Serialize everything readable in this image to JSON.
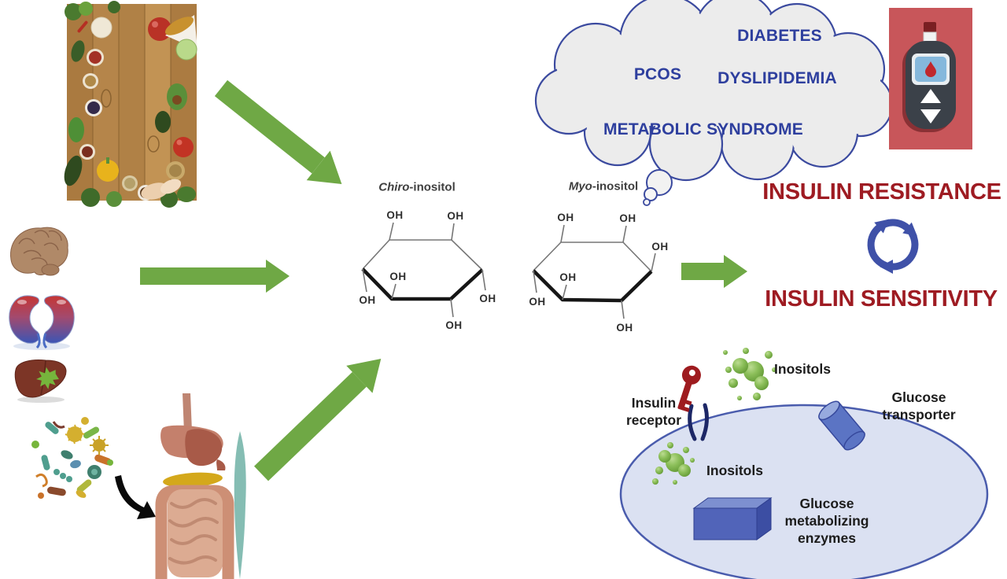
{
  "figure": {
    "cloud": {
      "terms": {
        "diabetes": "DIABETES",
        "pcos": "PCOS",
        "dyslipidemia": "DYSLIPIDEMIA",
        "metabolic_syndrome": "METABOLIC SYNDROME"
      }
    },
    "structures": {
      "chiro": {
        "italic": "Chiro",
        "rest": "-inositol"
      },
      "myo": {
        "italic": "Myo",
        "rest": "-inositol"
      },
      "hydroxyl": "OH"
    },
    "outcomes": {
      "resistance": "INSULIN RESISTANCE",
      "sensitivity": "INSULIN SENSITIVITY"
    },
    "cell": {
      "insulin_receptor": "Insulin\nreceptor",
      "inositols_outside": "Inositols",
      "inositols_inside": "Inositols",
      "glucose_transporter": "Glucose\ntransporter",
      "glucose_metabolizing_enzymes": "Glucose\nmetabolizing\nenzymes"
    },
    "icons": {
      "foods": "healthy-foods-photo",
      "brain": "brain-icon",
      "kidneys": "kidneys-icon",
      "liver": "liver-icon",
      "microbiome": "gut-microbiome-icon",
      "digestive": "digestive-system-icon",
      "black_arrow": "black-curved-arrow-icon",
      "glucose_meter": "glucose-meter-icon",
      "cycle": "cycle-arrows-icon",
      "insulin_key": "insulin-key-icon",
      "receptor": "insulin-receptor-icon",
      "transporter": "glucose-transporter-cylinder-icon",
      "enzymes_box": "enzymes-box-icon",
      "inositol_bubbles": "inositol-bubbles-icon",
      "thought_cloud": "thought-cloud-icon",
      "green_arrow": "green-arrow-icon"
    },
    "colors": {
      "arrow_green": "#6FA845",
      "cloud_outline_blue": "#3B4A9F",
      "cloud_fill_gray": "#ECECEC",
      "cloud_text_blue": "#2E3F9E",
      "insulin_text_red": "#9E1B22",
      "cycle_icon_blue": "#3F51A8",
      "cell_fill": "#DBE1F2",
      "cell_outline": "#4A5CAD",
      "inositol_green": "#74A83E",
      "transporter_blue": "#5B74C4",
      "enzyme_box_blue": "#5164B9",
      "insulin_key_red": "#9E1B1F",
      "receptor_navy": "#1D2766",
      "meter_background_red": "#C8565A"
    }
  }
}
